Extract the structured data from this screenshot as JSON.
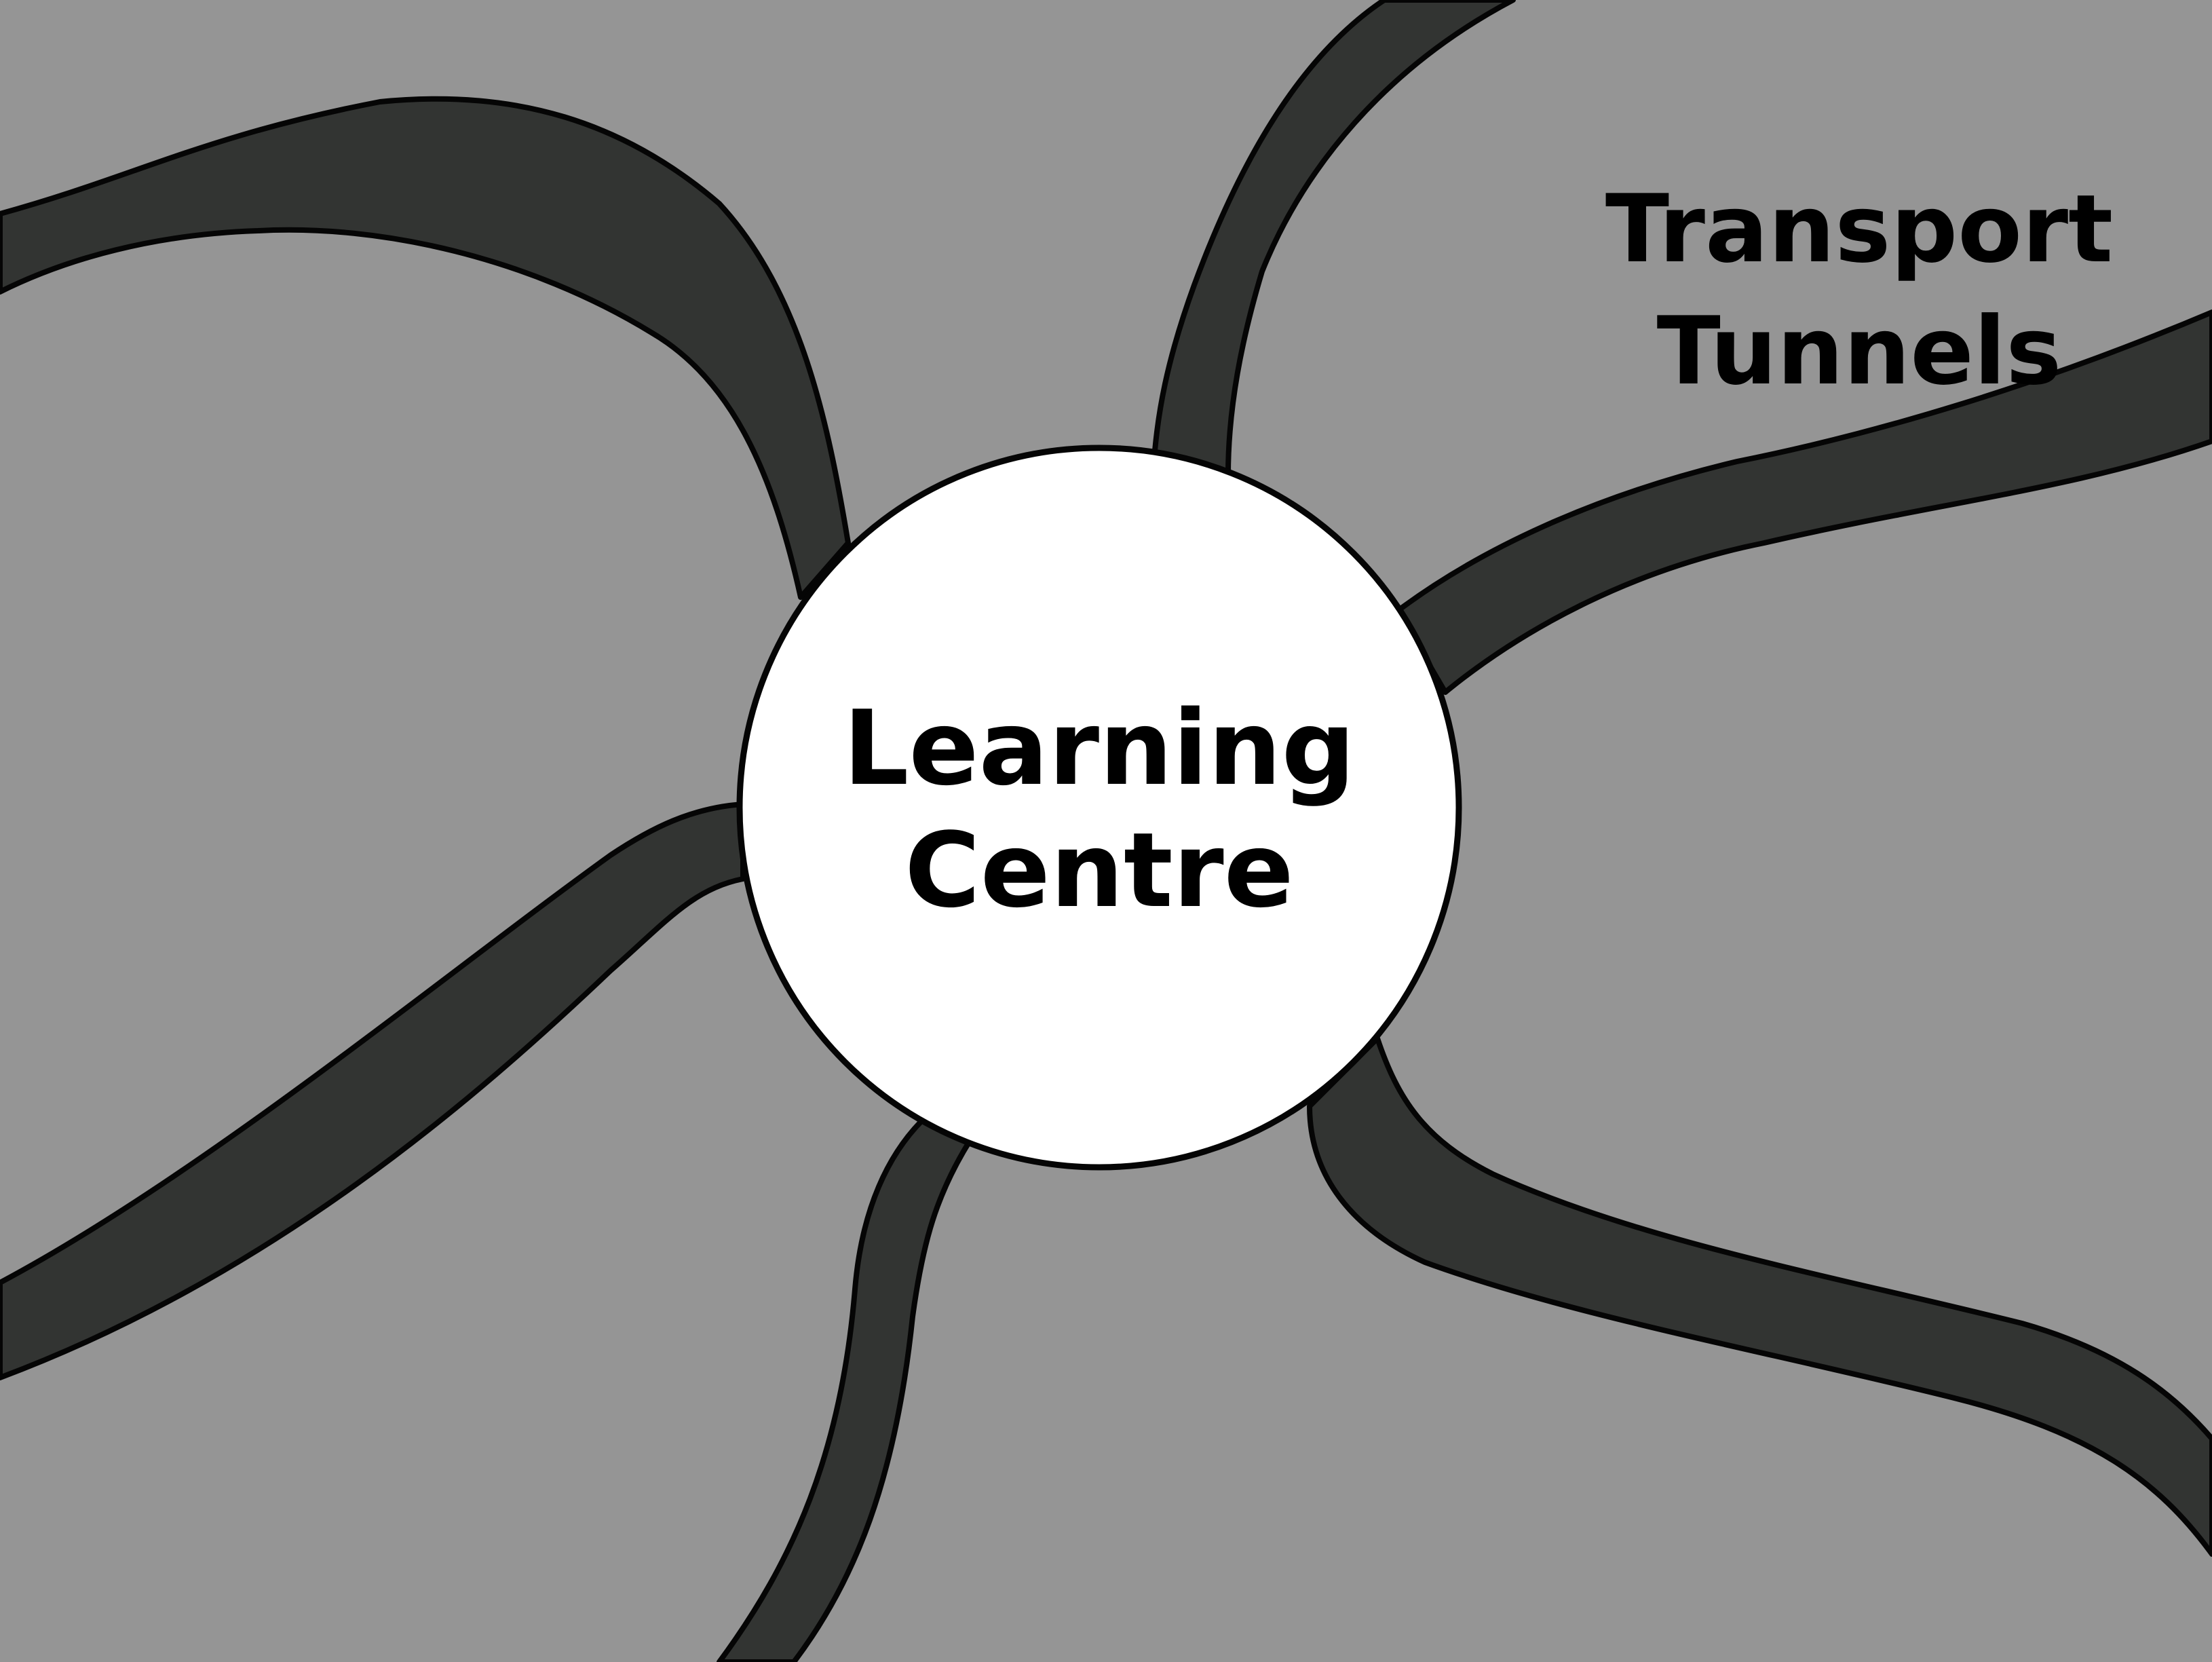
{
  "diagram": {
    "hub": {
      "label_lines": [
        "Learning",
        "Centre"
      ]
    },
    "annotation": {
      "label_lines": [
        "Transport",
        "Tunnels"
      ]
    },
    "tunnels": [
      {
        "name": "tunnel-upper-left"
      },
      {
        "name": "tunnel-left"
      },
      {
        "name": "tunnel-bottom"
      },
      {
        "name": "tunnel-upper"
      },
      {
        "name": "tunnel-right"
      },
      {
        "name": "tunnel-lower-right"
      }
    ],
    "colors": {
      "background": "#959595",
      "tunnel": "#323432",
      "hub": "#ffffff",
      "outline": "#050505",
      "text": "#000000"
    }
  }
}
